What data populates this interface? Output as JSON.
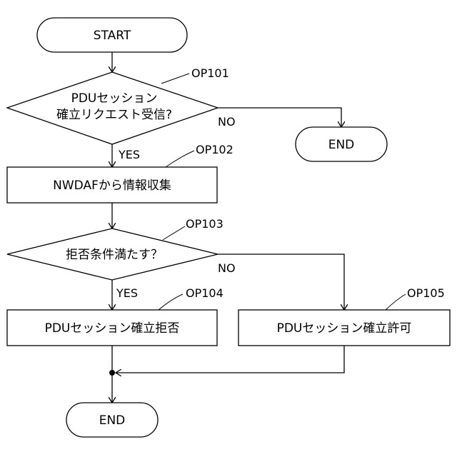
{
  "start": "START",
  "op101": {
    "label": "OP101",
    "line1": "PDUセッション",
    "line2": "確立リクエスト受信?",
    "no": "NO",
    "yes": "YES"
  },
  "end_top": "END",
  "op102": {
    "label": "OP102",
    "text": "NWDAFから情報収集"
  },
  "op103": {
    "label": "OP103",
    "text": "拒否条件満たす？",
    "no": "NO",
    "yes": "YES"
  },
  "op104": {
    "label": "OP104",
    "text": "PDUセッション確立拒否"
  },
  "op105": {
    "label": "OP105",
    "text": "PDUセッション確立許可"
  },
  "end_bottom": "END"
}
